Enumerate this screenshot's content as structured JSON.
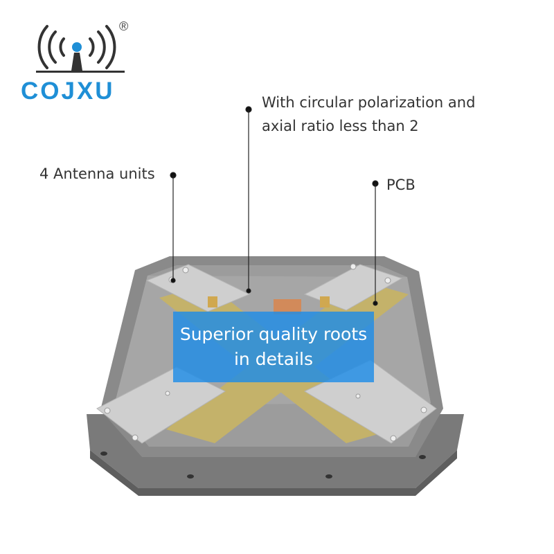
{
  "brand": {
    "name": "COJXU",
    "registered_mark": "®"
  },
  "callouts": {
    "antenna_units": "4 Antenna units",
    "polarization_line1": "With circular polarization and",
    "polarization_line2": "axial ratio less than 2",
    "pcb": "PCB"
  },
  "banner": {
    "line1": "Superior quality roots",
    "line2": "in details"
  },
  "colors": {
    "brand_blue": "#1f8fd6",
    "housing_gray": "#6f6f6f",
    "pcb_gold": "#c4b26a",
    "antenna_silver": "#c9c9c9",
    "banner_blue": "#1e8ce6"
  }
}
